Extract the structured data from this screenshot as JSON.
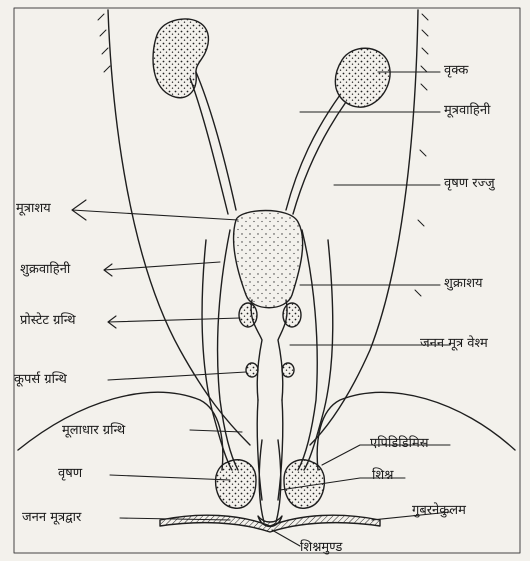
{
  "labels": {
    "kidney": "वृक्क",
    "ureter": "मूत्रवाहिनी",
    "spermatic_cord": "वृषण रज्जु",
    "seminal_vesicle": "शुक्राशय",
    "urogenital_canal": "जनन मूत्र वेश्म",
    "epididymis": "एपिडिडिमिस",
    "penis": "शिश्न",
    "gubernaculum": "गुबरनेकुलम",
    "glans_penis": "शिश्नमुण्ड",
    "urogenital_aperture": "जनन मूत्रद्वार",
    "testis": "वृषण",
    "perineal_gland": "मूलाधार ग्रन्थि",
    "cowpers_gland": "कूपर्स ग्रन्थि",
    "prostate_gland": "प्रोस्टेट ग्रन्थि",
    "vas_deferens": "शुक्रवाहिनी",
    "urinary_bladder": "मूत्राशय"
  }
}
